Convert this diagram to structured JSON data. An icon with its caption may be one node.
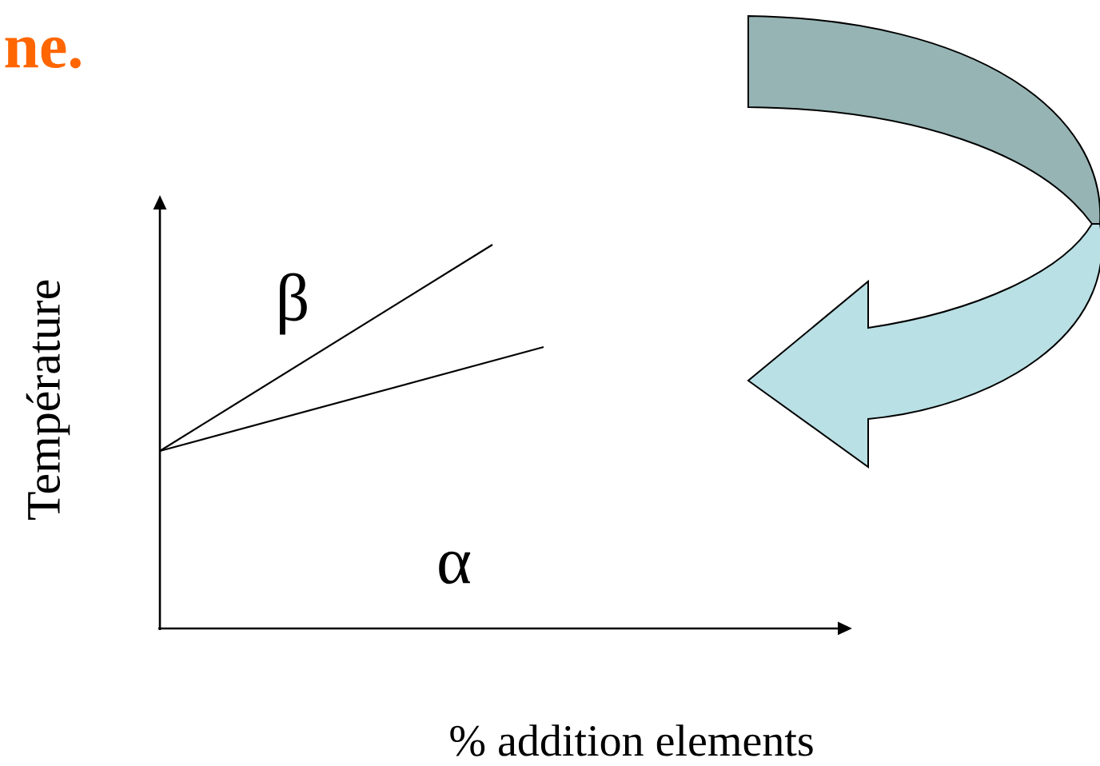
{
  "diagram": {
    "title": "ne.",
    "labels": [
      "Température",
      "β",
      "α",
      "% addition elements"
    ]
  }
}
